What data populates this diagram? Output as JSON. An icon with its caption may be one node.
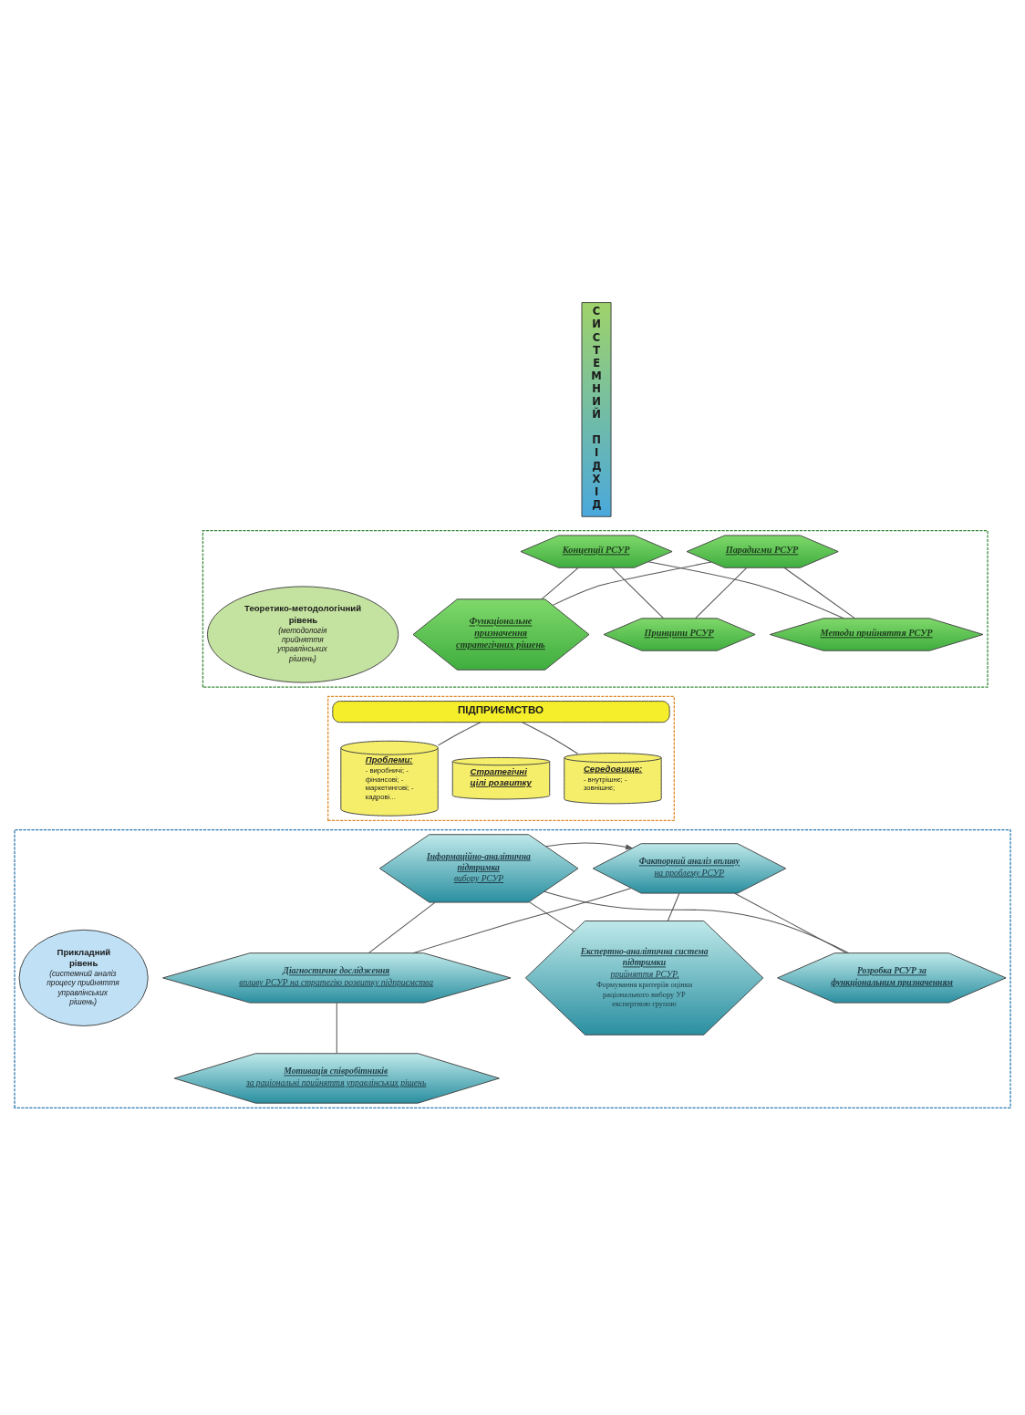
{
  "diagram": {
    "nodes": [
      {
        "text": [
          "СИСТЕМНИЙ ПІДХІД"
        ]
      },
      {
        "text": [],
        "shape": "box"
      },
      {
        "text": [
          "Теоретико-методологічний рівень",
          "(методологія прийняття управлінських рішень)"
        ],
        "in": 1
      },
      {
        "text": [
          "Концепції РСУР"
        ],
        "in": 1
      },
      {
        "text": [
          "Парадигми РСУР"
        ],
        "in": 1
      },
      {
        "text": [
          "Принципи РСУР"
        ],
        "in": 1
      },
      {
        "text": [
          "Методи прийняття РСУР"
        ],
        "in": 1
      },
      {
        "text": [
          "Функціональне призначення стратегічних рішень"
        ],
        "in": 1
      },
      {
        "text": [],
        "shape": "box"
      },
      {
        "text": [
          "ПІДПРИЄМСТВО"
        ],
        "in": 8
      },
      {
        "text": [
          "Проблеми:",
          "- виробничі; - фінансові; - маркетингові; - кадрові..."
        ],
        "in": 8
      },
      {
        "text": [
          "Стратегічні цілі розвитку"
        ],
        "in": 8
      },
      {
        "text": [
          "Середовище:",
          "- внутрішнє; - зовнішнє;"
        ],
        "in": 8
      },
      {
        "text": [],
        "shape": "box"
      },
      {
        "text": [
          "Прикладний рівень",
          "(системний аналіз процесу прийняття управлінських рішень)"
        ],
        "in": 13
      },
      {
        "text": [
          "Інформаційно-аналітична підтримка",
          "вибору РСУР"
        ],
        "in": 13
      },
      {
        "text": [
          "Факторний аналіз впливу",
          "на проблему РСУР"
        ],
        "in": 13
      },
      {
        "text": [
          "Експертно-аналітична система підтримки",
          "прийняття РСУР.",
          "Формування критеріїв оцінки раціонального вибору УР експертною групою"
        ],
        "in": 13
      },
      {
        "text": [
          "Розробка РСУР за функціональним призначенням"
        ],
        "in": 13
      },
      {
        "text": [
          "Діагностичне дослідження",
          "впливу РСУР на стратегію розвитку підприємства"
        ],
        "in": 13
      },
      {
        "text": [
          "Мотивація співробітників",
          "за раціональні прийняття управлінських рішень"
        ],
        "in": 13
      }
    ],
    "edges": [
      {
        "from": 3,
        "to": 5,
        "arrow": "none"
      },
      {
        "from": 3,
        "to": 6,
        "arrow": "none"
      },
      {
        "from": 3,
        "to": 7,
        "arrow": "none"
      },
      {
        "from": 4,
        "to": 5,
        "arrow": "none"
      },
      {
        "from": 4,
        "to": 6,
        "arrow": "none"
      },
      {
        "from": 4,
        "to": 7,
        "arrow": "none"
      },
      {
        "from": 9,
        "to": 10,
        "arrow": "none"
      },
      {
        "from": 9,
        "to": 12,
        "arrow": "none"
      },
      {
        "from": 15,
        "to": 16,
        "arrow": "to"
      },
      {
        "from": 15,
        "to": 17,
        "arrow": "none"
      },
      {
        "from": 15,
        "to": 18,
        "arrow": "none"
      },
      {
        "from": 15,
        "to": 19,
        "arrow": "none"
      },
      {
        "from": 16,
        "to": 17,
        "arrow": "none"
      },
      {
        "from": 16,
        "to": 18,
        "arrow": "none"
      },
      {
        "from": 16,
        "to": 19,
        "arrow": "none"
      },
      {
        "from": 19,
        "to": 20,
        "arrow": "none"
      }
    ]
  }
}
